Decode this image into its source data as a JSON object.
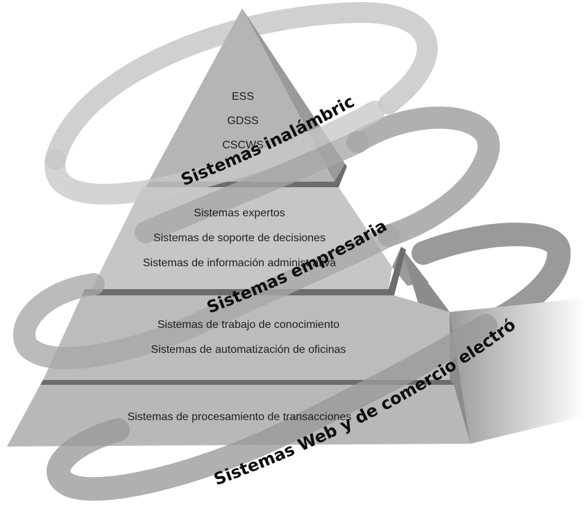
{
  "pyramid": {
    "top": [
      "ESS",
      "GDSS",
      "CSCWS"
    ],
    "second": [
      "Sistemas expertos",
      "Sistemas de soporte de decisiones",
      "Sistemas de información administrativa"
    ],
    "third": [
      "Sistemas de trabajo de conocimiento",
      "Sistemas de automatización de oficinas"
    ],
    "base": [
      "Sistemas de procesamiento de transacciones"
    ]
  },
  "rings": {
    "wireless": "Sistemas inalámbricos",
    "enterprise": "Sistemas empresariales",
    "web": "Sistemas Web y de comercio electrónico"
  },
  "colors": {
    "face": "#b8b8b8",
    "side": "#9a9a9a",
    "ridge": "#6d6d6d",
    "ring_light": "#d0d0d0",
    "ring_mid": "#b0b0b0",
    "ring_dark": "#9a9a9a"
  }
}
